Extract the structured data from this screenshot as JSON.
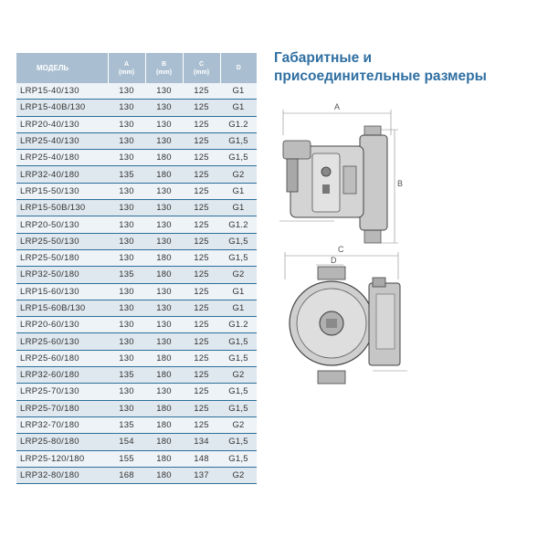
{
  "table": {
    "headers": [
      {
        "main": "МОДЕЛЬ",
        "unit": ""
      },
      {
        "main": "A",
        "unit": "(mm)"
      },
      {
        "main": "B",
        "unit": "(mm)"
      },
      {
        "main": "C",
        "unit": "(mm)"
      },
      {
        "main": "D",
        "unit": ""
      }
    ],
    "rows": [
      [
        "LRP15-40/130",
        "130",
        "130",
        "125",
        "G1"
      ],
      [
        "LRP15-40B/130",
        "130",
        "130",
        "125",
        "G1"
      ],
      [
        "LRP20-40/130",
        "130",
        "130",
        "125",
        "G1.2"
      ],
      [
        "LRP25-40/130",
        "130",
        "130",
        "125",
        "G1,5"
      ],
      [
        "LRP25-40/180",
        "130",
        "180",
        "125",
        "G1,5"
      ],
      [
        "LRP32-40/180",
        "135",
        "180",
        "125",
        "G2"
      ],
      [
        "LRP15-50/130",
        "130",
        "130",
        "125",
        "G1"
      ],
      [
        "LRP15-50B/130",
        "130",
        "130",
        "125",
        "G1"
      ],
      [
        "LRP20-50/130",
        "130",
        "130",
        "125",
        "G1.2"
      ],
      [
        "LRP25-50/130",
        "130",
        "130",
        "125",
        "G1,5"
      ],
      [
        "LRP25-50/180",
        "130",
        "180",
        "125",
        "G1,5"
      ],
      [
        "LRP32-50/180",
        "135",
        "180",
        "125",
        "G2"
      ],
      [
        "LRP15-60/130",
        "130",
        "130",
        "125",
        "G1"
      ],
      [
        "LRP15-60B/130",
        "130",
        "130",
        "125",
        "G1"
      ],
      [
        "LRP20-60/130",
        "130",
        "130",
        "125",
        "G1.2"
      ],
      [
        "LRP25-60/130",
        "130",
        "130",
        "125",
        "G1,5"
      ],
      [
        "LRP25-60/180",
        "130",
        "180",
        "125",
        "G1,5"
      ],
      [
        "LRP32-60/180",
        "135",
        "180",
        "125",
        "G2"
      ],
      [
        "LRP25-70/130",
        "130",
        "130",
        "125",
        "G1,5"
      ],
      [
        "LRP25-70/180",
        "130",
        "180",
        "125",
        "G1,5"
      ],
      [
        "LRP32-70/180",
        "135",
        "180",
        "125",
        "G2"
      ],
      [
        "LRP25-80/180",
        "154",
        "180",
        "134",
        "G1,5"
      ],
      [
        "LRP25-120/180",
        "155",
        "180",
        "148",
        "G1,5"
      ],
      [
        "LRP32-80/180",
        "168",
        "180",
        "137",
        "G2"
      ]
    ]
  },
  "title": {
    "line1": "Габаритные и",
    "line2": "присоединительные размеры"
  },
  "dimensions": {
    "a": "A",
    "b": "B",
    "c": "C",
    "d": "D"
  },
  "colors": {
    "header_bg": "#a9bfd1",
    "title": "#2f6fa2",
    "row_line": "#2d6f9a"
  }
}
